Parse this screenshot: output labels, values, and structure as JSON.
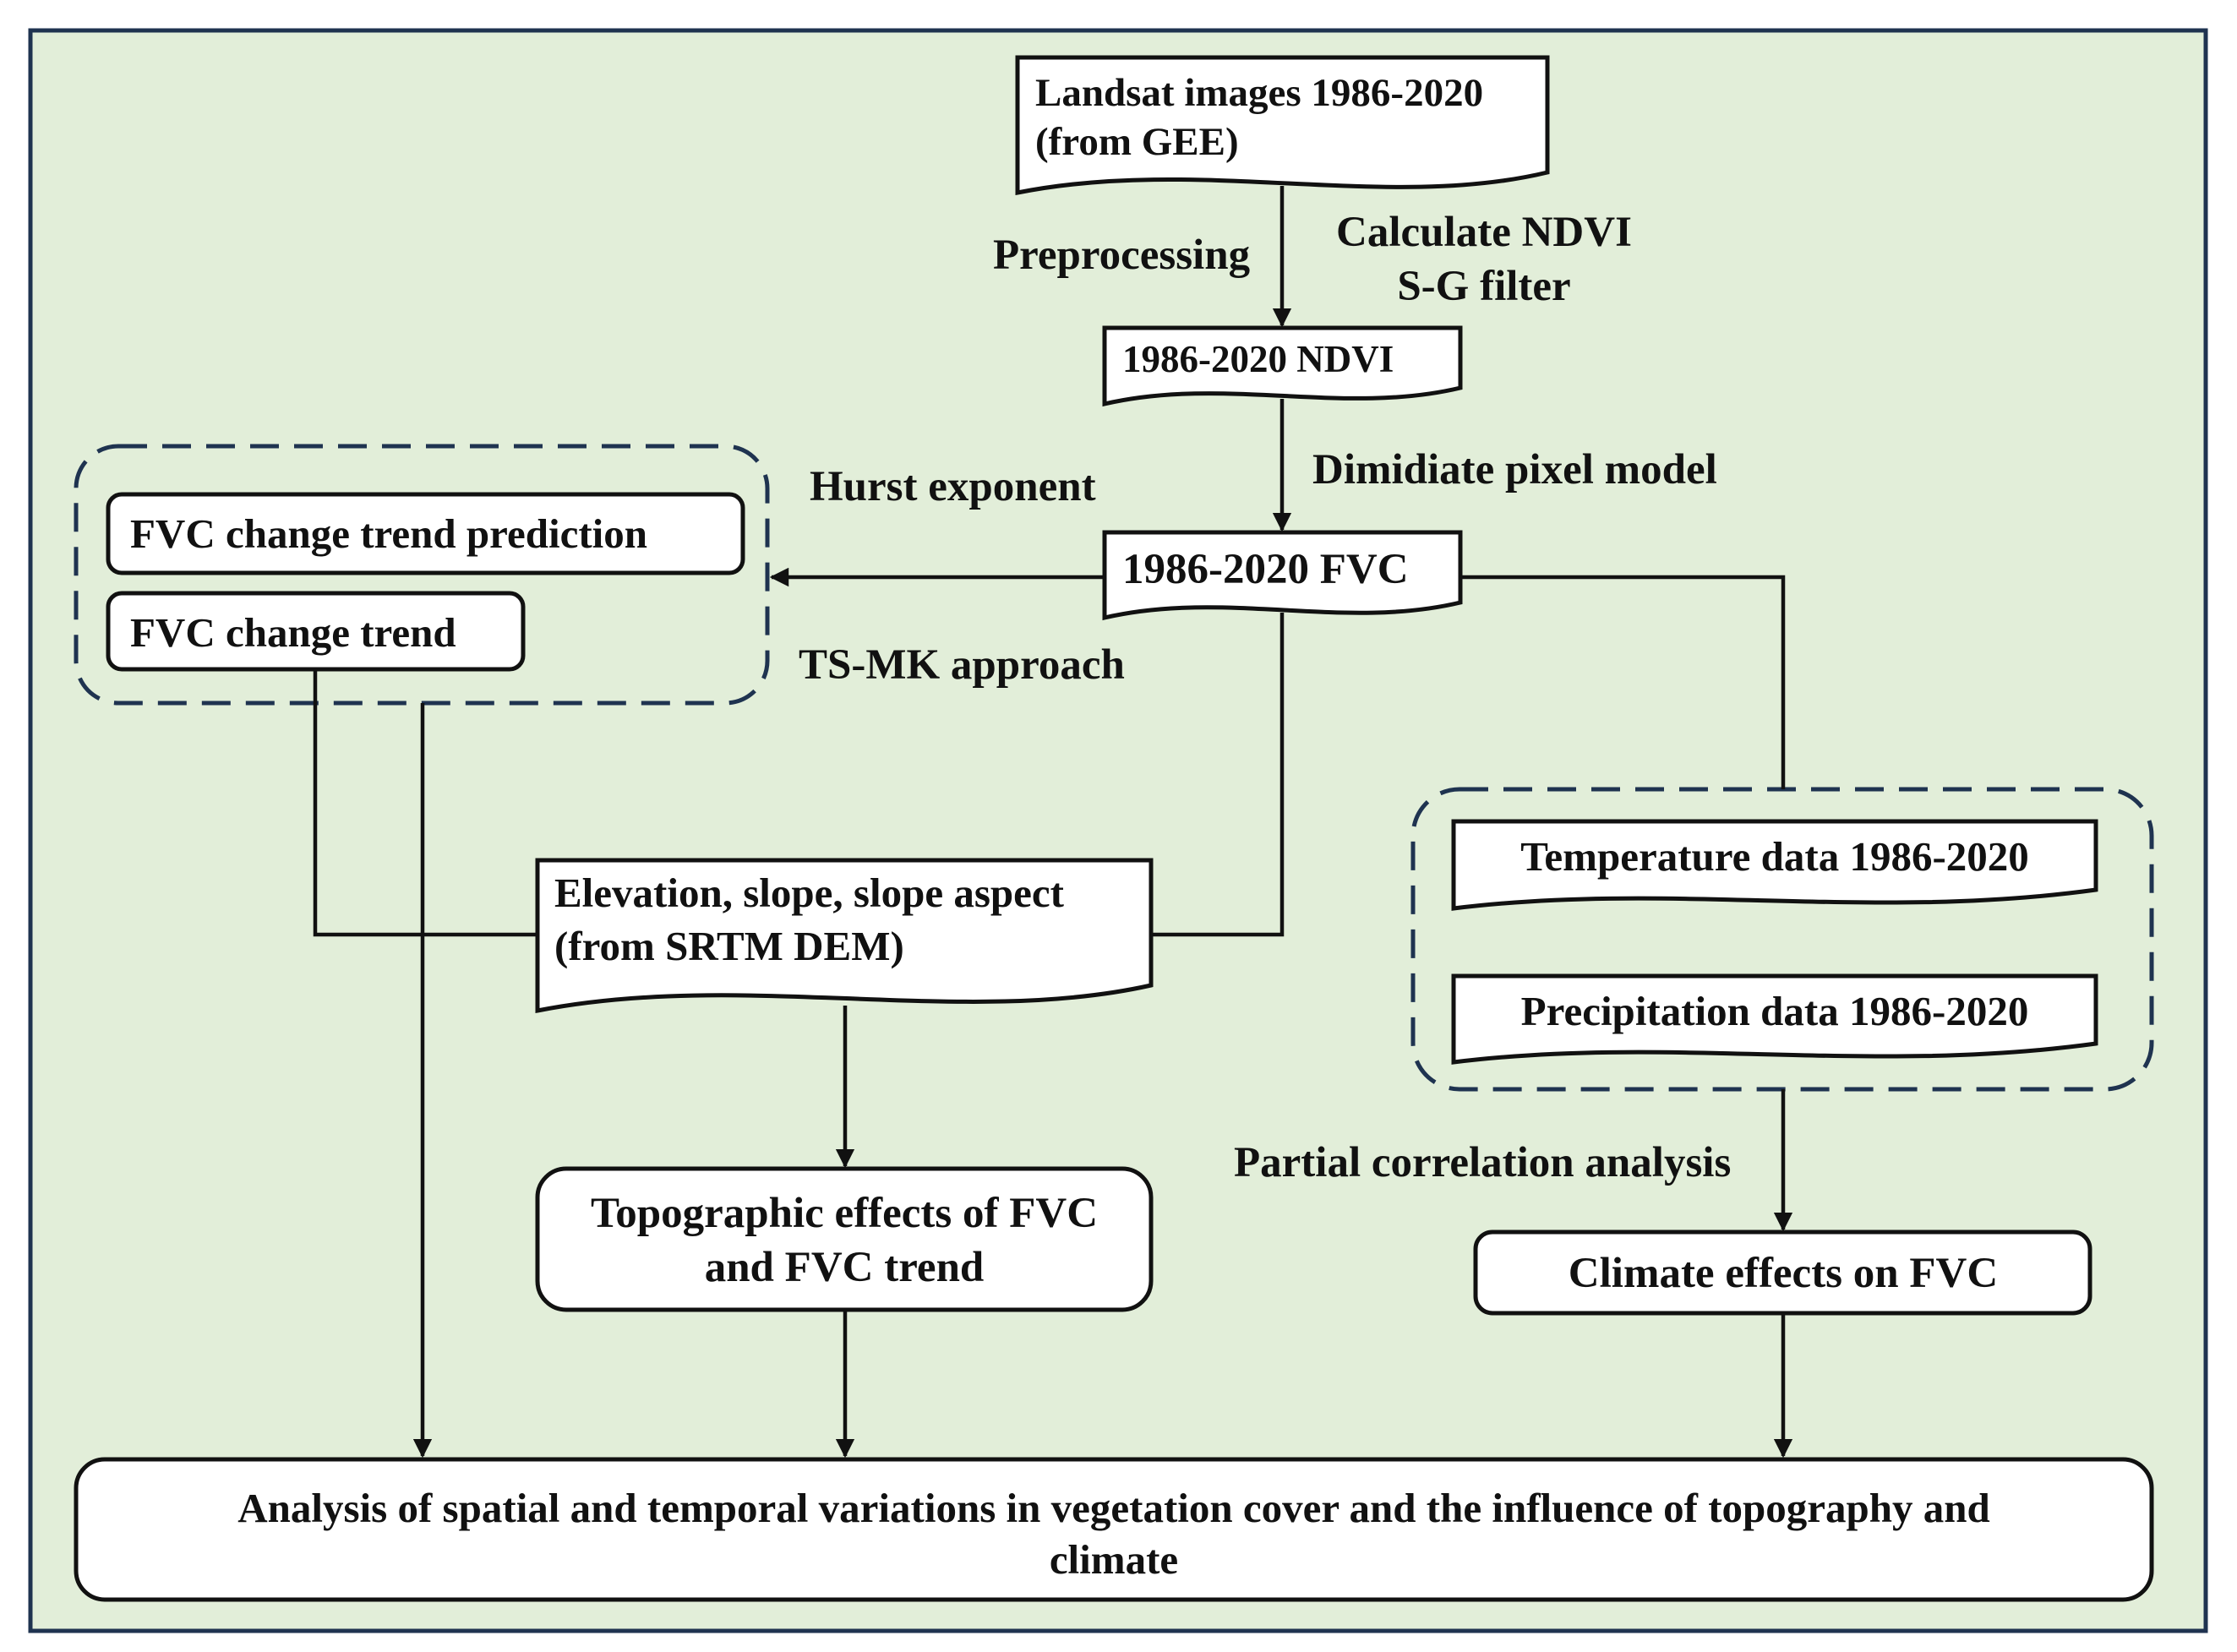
{
  "colors": {
    "background": "#e2eed9",
    "border": "#1f3350",
    "box_fill": "#ffffff",
    "line": "#111111"
  },
  "nodes": {
    "landsat": [
      "Landsat images 1986-2020",
      "(from GEE)"
    ],
    "ndvi": "1986-2020 NDVI",
    "fvc": "1986-2020 FVC",
    "trend_prediction": "FVC change trend prediction",
    "change_trend": "FVC change trend",
    "dem": [
      "Elevation, slope, slope aspect",
      "(from SRTM DEM)"
    ],
    "temperature": "Temperature data 1986-2020",
    "precipitation": "Precipitation data 1986-2020",
    "topographic_effects": [
      "Topographic effects of FVC",
      "and FVC trend"
    ],
    "climate_effects": "Climate effects on FVC",
    "analysis": [
      "Analysis of spatial and temporal variations in vegetation cover and the influence of topography and",
      "climate"
    ]
  },
  "edge_labels": {
    "preprocessing": "Preprocessing",
    "calc_ndvi": [
      "Calculate NDVI",
      "S-G filter"
    ],
    "dimidiate": "Dimidiate pixel model",
    "hurst": "Hurst exponent",
    "tsmk": "TS-MK approach",
    "partial_corr": "Partial correlation analysis"
  }
}
